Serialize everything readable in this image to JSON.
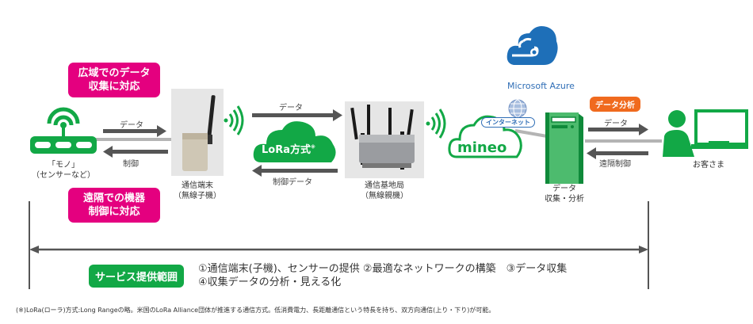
{
  "badges": {
    "wide_area": [
      "広域でのデータ",
      "収集に対応"
    ],
    "remote_control": [
      "遠隔での機器",
      "制御に対応"
    ]
  },
  "nodes": {
    "thing": {
      "line1": "「モノ」",
      "line2": "（センサーなど）"
    },
    "terminal": {
      "line1": "通信端末",
      "line2": "（無線子機）"
    },
    "base_station": {
      "line1": "通信基地局",
      "line2": "（無線親機）"
    },
    "collector": {
      "line1": "データ",
      "line2": "収集・分析"
    },
    "customer": {
      "label": "お客さま"
    }
  },
  "arrows": {
    "thing_to_terminal": "データ",
    "terminal_to_thing": "制御",
    "terminal_to_base": "データ",
    "base_to_terminal": "制御データ",
    "collector_to_customer": "データ",
    "customer_to_collector": "遠隔制御"
  },
  "clouds": {
    "lora": {
      "label": "LoRa方式",
      "mark": "※"
    },
    "mineo": {
      "label": "mineo"
    },
    "internet": {
      "label": "インターネット"
    }
  },
  "azure": {
    "label": "Microsoft Azure"
  },
  "analysis_badge": "データ分析",
  "scope": {
    "badge": "サービス提供範囲",
    "line1": "①通信端末(子機)、センサーの提供 ②最適なネットワークの構築　③データ収集",
    "line2": "④収集データの分析・見える化"
  },
  "footnote": "(※)LoRa(ローラ)方式:Long Rangeの略。米国のLoRa Alliance団体が推進する通信方式。低消費電力、長距離通信という特長を持ち、双方向通信(上り・下り)が可能。",
  "colors": {
    "green": "#12a846",
    "pink": "#e4007f",
    "orange": "#f06a1e",
    "azure_blue": "#1e6fb8",
    "arrow_gray": "#555555"
  }
}
